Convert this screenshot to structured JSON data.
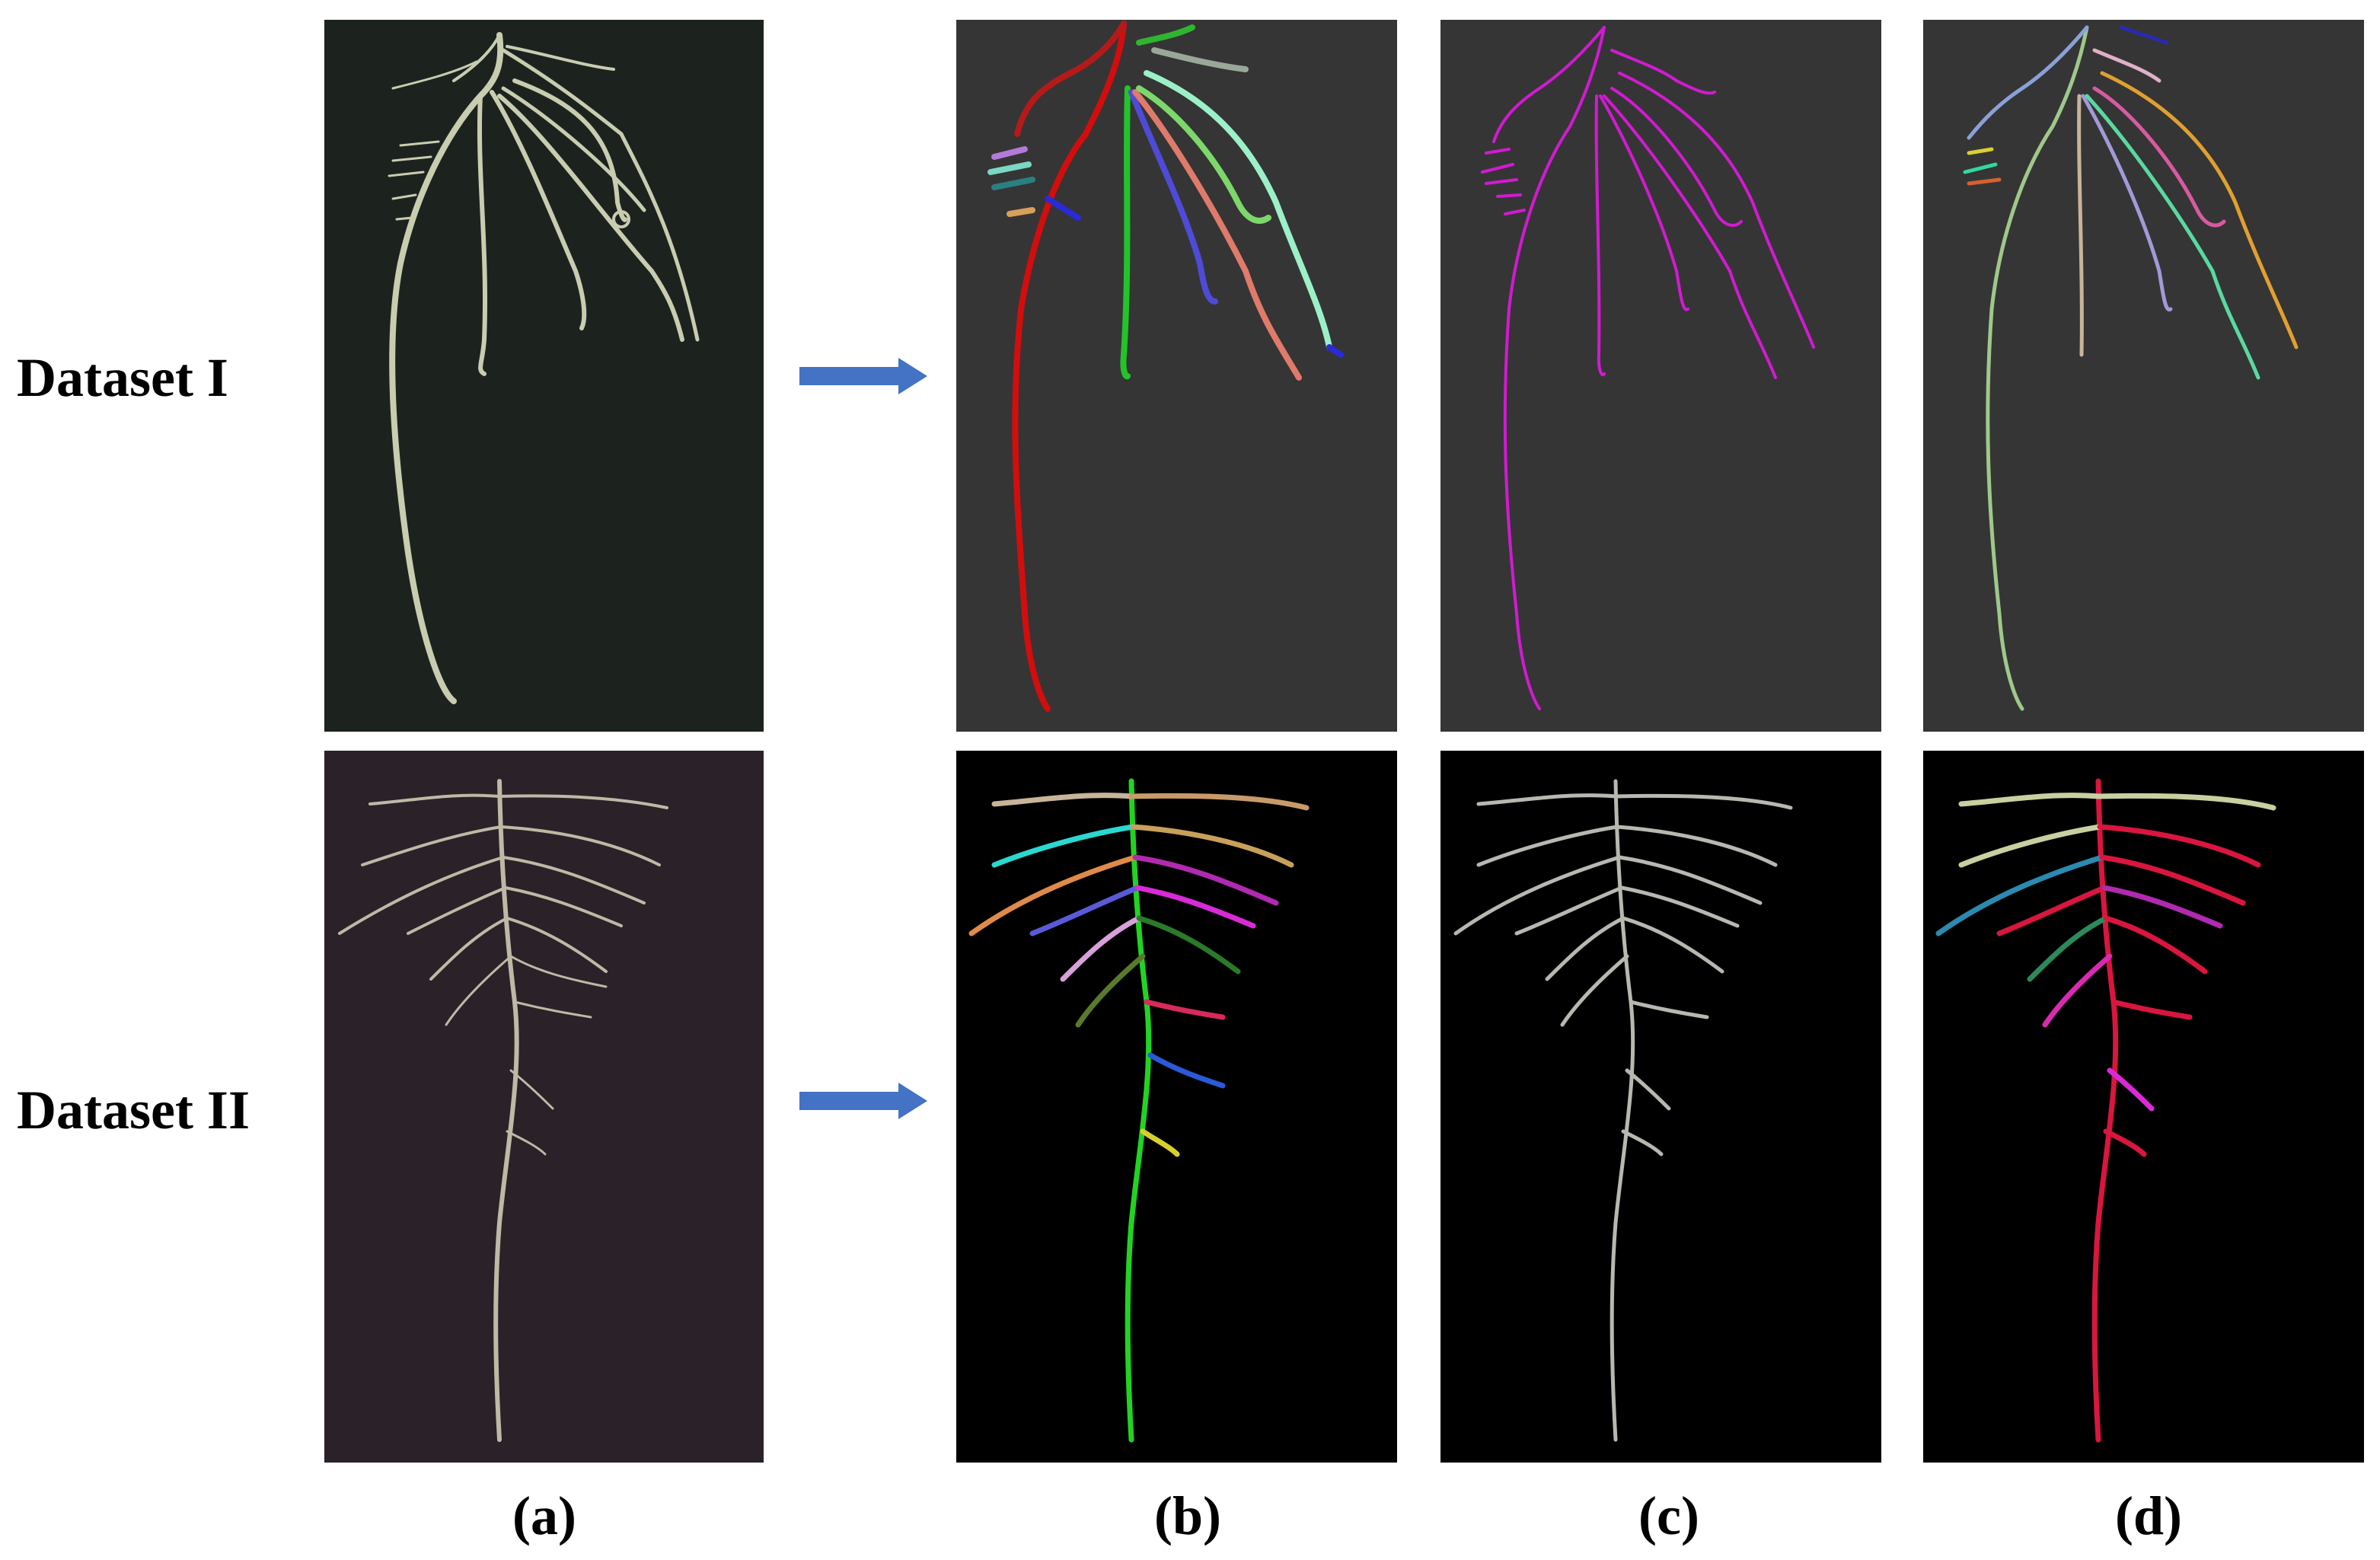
{
  "rows": [
    {
      "label": "Dataset I"
    },
    {
      "label": "Dataset II"
    }
  ],
  "columns": [
    {
      "label": "(a)"
    },
    {
      "label": "(b)"
    },
    {
      "label": "(c)"
    },
    {
      "label": "(d)"
    }
  ],
  "colors": {
    "arrow": "#4472c4",
    "dataset1_photo_bg": "#1c231f",
    "dataset1_root": "#c9cdb0",
    "dataset1_mask_bg": "#353535",
    "dataset1_skeleton": "#d21ad2",
    "dataset2_photo_bg": "#2b2128",
    "dataset2_root": "#bdb9a6",
    "dataset2_mask_bg": "#000000",
    "dataset2_primary_root": "#22d322",
    "dataset2_skeleton": "#b5b9b0",
    "dataset2_tracked_root": "#d8163e"
  }
}
